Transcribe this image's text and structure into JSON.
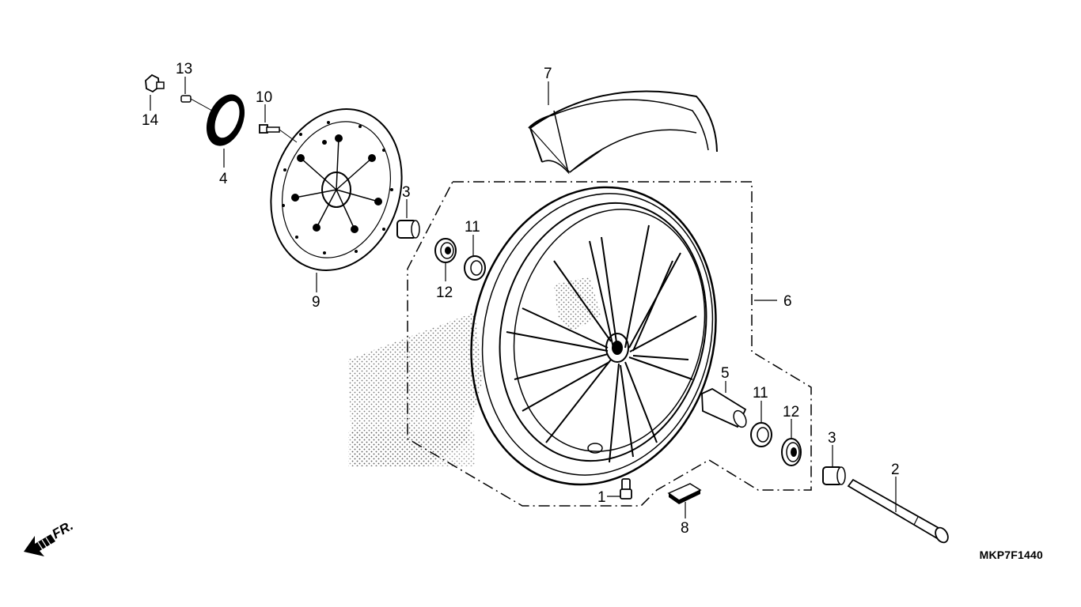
{
  "diagram_code": "MKP7F1440",
  "direction_label": "FR.",
  "callouts": {
    "c1": "1",
    "c2": "2",
    "c3a": "3",
    "c3b": "3",
    "c4": "4",
    "c5": "5",
    "c6": "6",
    "c7": "7",
    "c8": "8",
    "c9": "9",
    "c10": "10",
    "c11a": "11",
    "c11b": "11",
    "c12a": "12",
    "c12b": "12",
    "c13": "13",
    "c14": "14"
  },
  "icons": {
    "direction": "front-direction-arrow-icon"
  }
}
